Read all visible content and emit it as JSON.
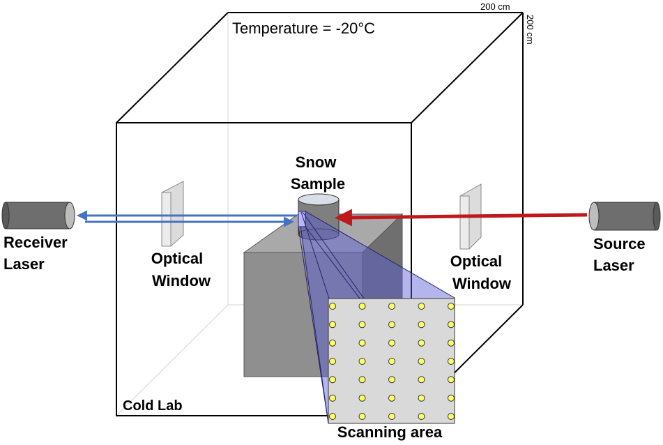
{
  "labels": {
    "temperature": "Temperature = -20°C",
    "width_dim": "200 cm",
    "height_dim": "200 cm",
    "snow_sample_line1": "Snow",
    "snow_sample_line2": "Sample",
    "receiver_line1": "Receiver",
    "receiver_line2": "Laser",
    "source_line1": "Source",
    "source_line2": "Laser",
    "optical_window_left_line1": "Optical",
    "optical_window_left_line2": "Window",
    "optical_window_right_line1": "Optical",
    "optical_window_right_line2": "Window",
    "cold_lab": "Cold Lab",
    "scanning_area": "Scanning area"
  },
  "scan_grid": {
    "rows": 7,
    "cols": 5
  },
  "colors": {
    "source_beam": "#c0191c",
    "receiver_beam": "#4472c4",
    "laser_body": "#707070",
    "scan_overlay": "#5b5bd6",
    "scan_points": "#ffff66",
    "scan_panel": "#d9d9d9"
  }
}
